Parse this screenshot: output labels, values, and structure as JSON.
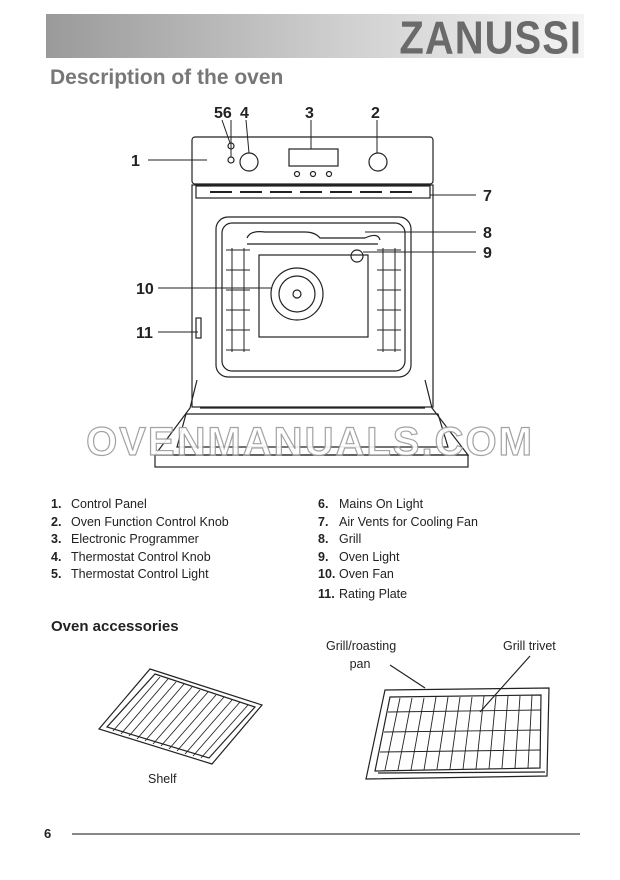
{
  "header": {
    "brand": "ZANUSSI"
  },
  "page_title": "Description of the oven",
  "callouts": [
    "1",
    "2",
    "3",
    "4",
    "5",
    "6",
    "7",
    "8",
    "9",
    "10",
    "11"
  ],
  "callout_56": "56",
  "watermark": "OVENMANUALS.COM",
  "parts": [
    {
      "num": "1.",
      "label": "Control Panel"
    },
    {
      "num": "2.",
      "label": "Oven Function Control Knob"
    },
    {
      "num": "3.",
      "label": "Electronic Programmer"
    },
    {
      "num": "4.",
      "label": "Thermostat Control Knob"
    },
    {
      "num": "5.",
      "label": "Thermostat Control Light"
    },
    {
      "num": "6.",
      "label": "Mains On Light"
    },
    {
      "num": "7.",
      "label": "Air Vents for Cooling Fan"
    },
    {
      "num": "8.",
      "label": "Grill"
    },
    {
      "num": "9.",
      "label": "Oven Light"
    },
    {
      "num": "10.",
      "label": "Oven Fan"
    },
    {
      "num": "11.",
      "label": "Rating Plate"
    }
  ],
  "accessories": {
    "title": "Oven accessories",
    "shelf": "Shelf",
    "grill_pan_line1": "Grill/roasting",
    "grill_pan_line2": "pan",
    "grill_trivet": "Grill trivet"
  },
  "page_number": "6"
}
